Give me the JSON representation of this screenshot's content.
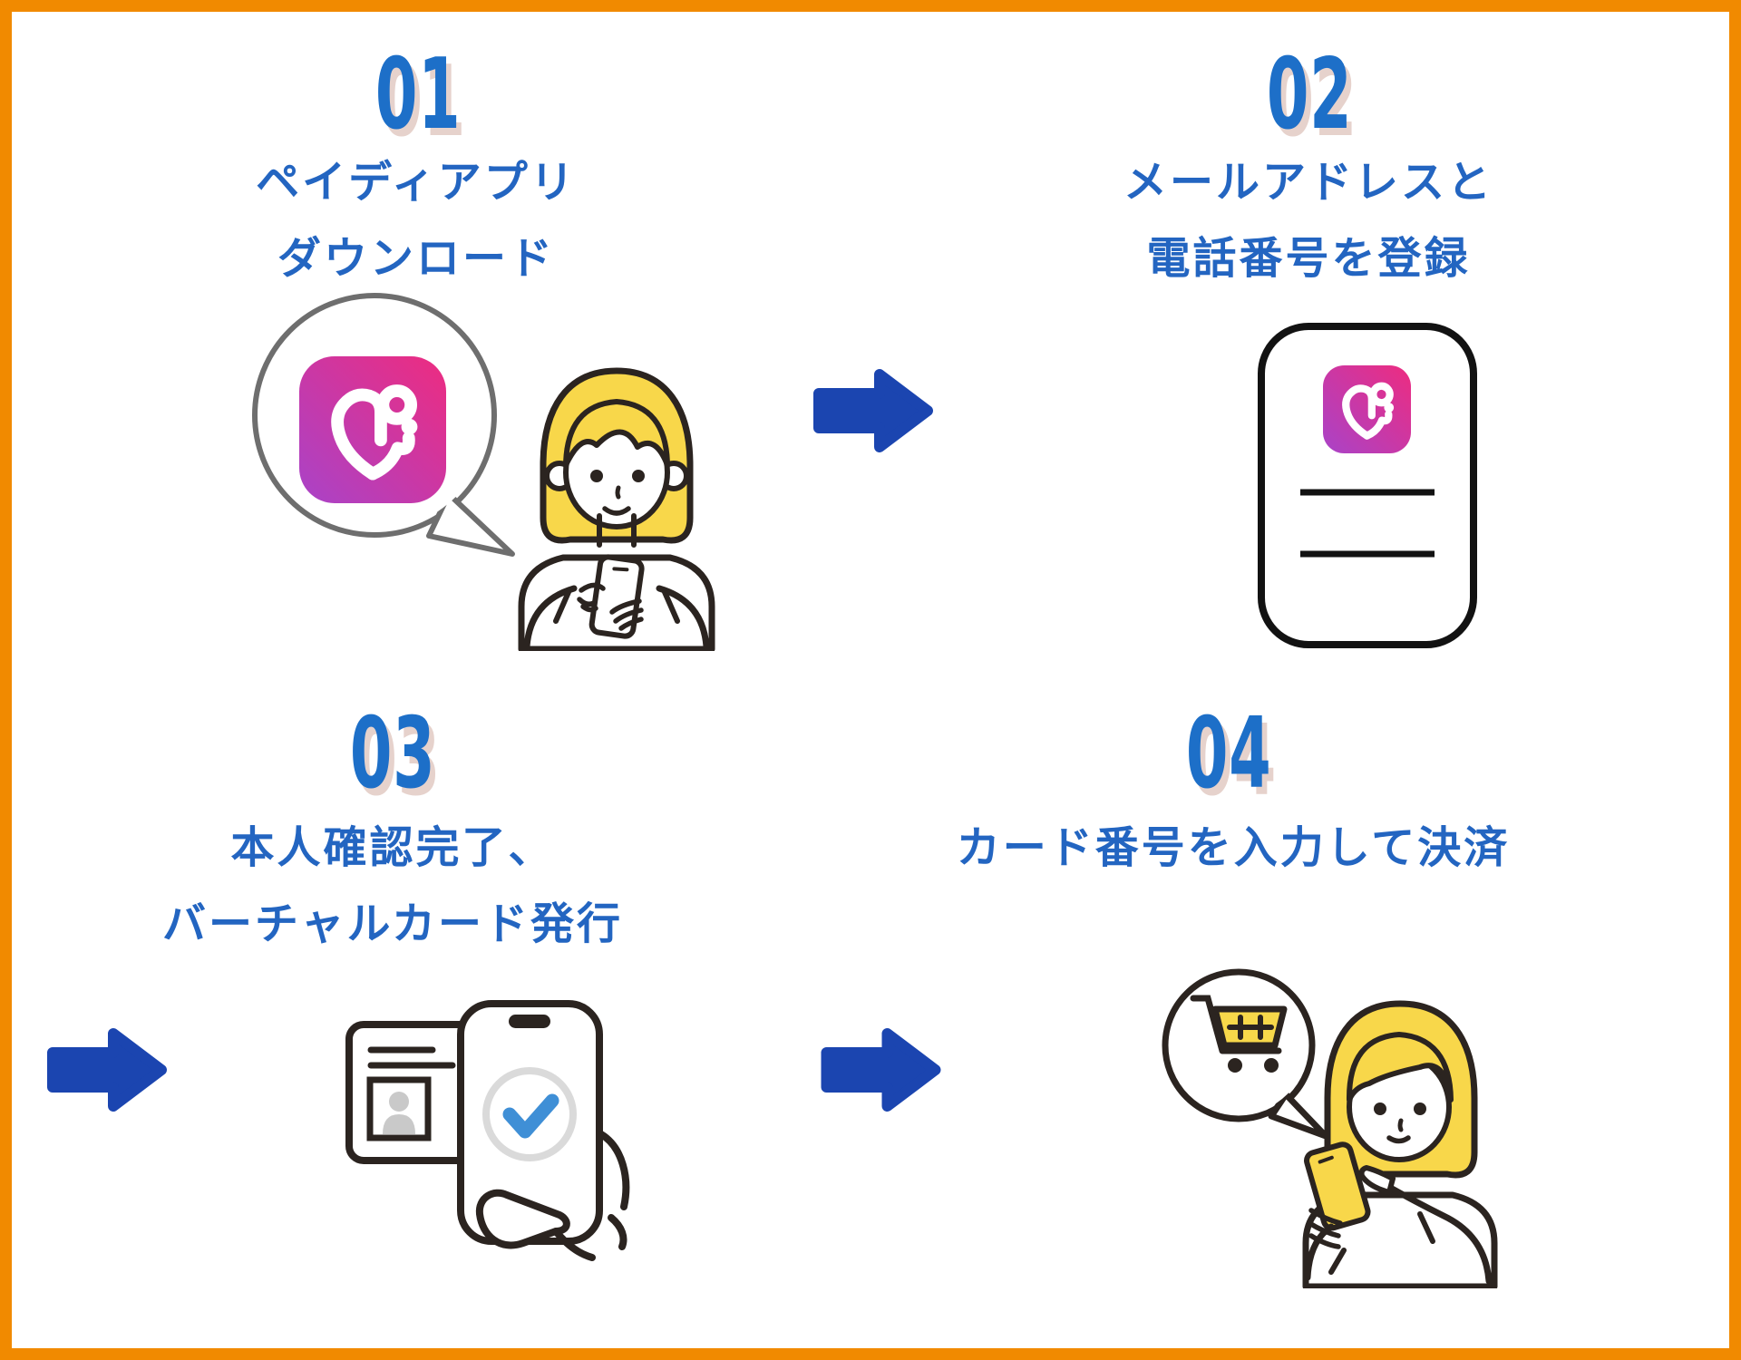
{
  "infographic": {
    "description_colors": {
      "border_orange": "#F18A00",
      "background": "#FFFFFF",
      "number_blue": "#1D6FC8",
      "title_blue": "#2365C1",
      "number_shadow_pink": "#E6D2CC",
      "arrow_blue": "#1B45B0",
      "outline_dark": "#2B2420",
      "highlight_yellow": "#F8D74A",
      "paidy_gradient_start": "#A943C8",
      "paidy_gradient_end": "#ED2C80",
      "check_blue": "#3F8FD6",
      "check_ring_gray": "#DADADA",
      "bubble_gray": "#6E6E6E"
    },
    "steps": [
      {
        "number": "01",
        "title_lines": [
          "ペイディアプリ",
          "ダウンロード"
        ],
        "illustration": "paidy-app-speech-bubble-and-woman-using-phone"
      },
      {
        "number": "02",
        "title_lines": [
          "メールアドレスと",
          "電話番号を登録"
        ],
        "illustration": "phone-signup-form-with-paidy-icon"
      },
      {
        "number": "03",
        "title_lines": [
          "本人確認完了、",
          "バーチャルカード発行"
        ],
        "illustration": "id-card-and-phone-with-checkmark"
      },
      {
        "number": "04",
        "title_lines": [
          "カード番号を入力して決済"
        ],
        "illustration": "shopping-cart-bubble-and-woman-paying-with-phone"
      }
    ]
  }
}
